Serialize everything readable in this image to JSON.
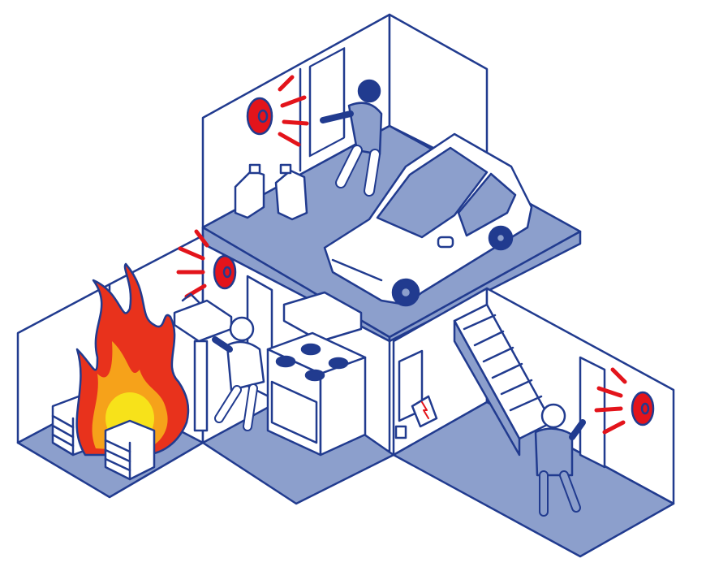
{
  "colors": {
    "outline": "#213b8f",
    "floor": "#8c9fcc",
    "wall": "#ffffff",
    "alarm": "#e3141b",
    "fire_outer": "#e8321c",
    "fire_inner": "#f7e21a",
    "suit": "#8c9fcc"
  },
  "scenes": [
    {
      "name": "garage",
      "items": [
        "smoke-alarm-icon",
        "person-icon",
        "car-icon",
        "fuel-canister-icon"
      ]
    },
    {
      "name": "kitchen",
      "items": [
        "smoke-alarm-icon",
        "fire-icon",
        "paper-stack-icon",
        "stove-icon",
        "sink-icon",
        "person-icon"
      ]
    },
    {
      "name": "basement",
      "items": [
        "smoke-alarm-icon",
        "stairs-icon",
        "electrical-panel-icon",
        "person-icon"
      ]
    }
  ]
}
